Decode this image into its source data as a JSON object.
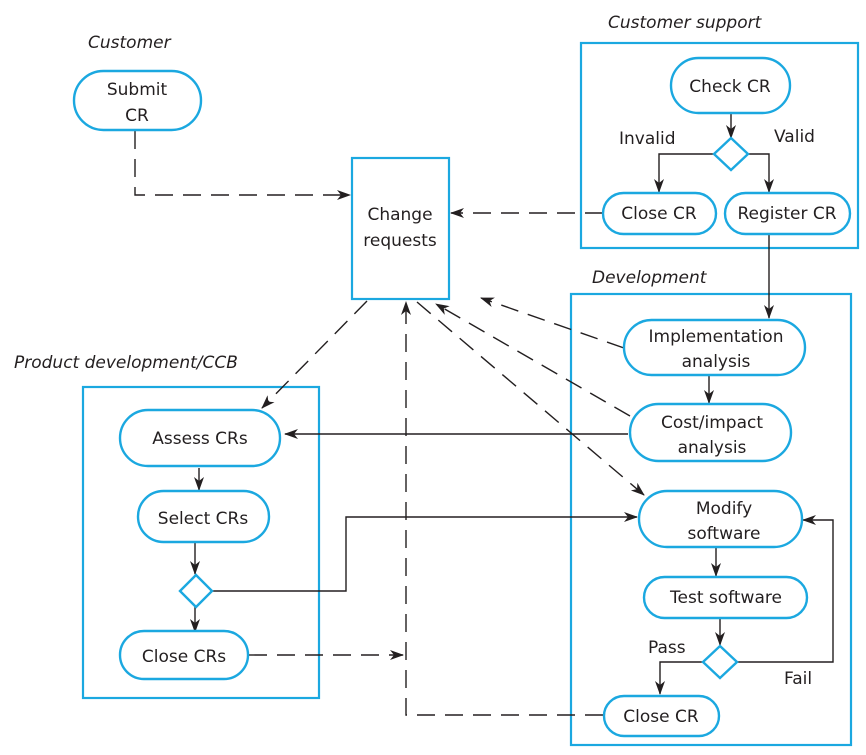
{
  "diagram": {
    "accent_color": "#1ba8e0",
    "line_color": "#231f20",
    "lanes": {
      "customer": "Customer",
      "customer_support": "Customer support",
      "development": "Development",
      "product_dev": "Product development/CCB"
    },
    "store": {
      "line1": "Change",
      "line2": "requests"
    },
    "nodes": {
      "submit_cr": {
        "line1": "Submit",
        "line2": "CR"
      },
      "check_cr": "Check CR",
      "close_cr_support": "Close CR",
      "register_cr": "Register CR",
      "impl_analysis": {
        "line1": "Implementation",
        "line2": "analysis"
      },
      "cost_impact": {
        "line1": "Cost/impact",
        "line2": "analysis"
      },
      "modify_software": {
        "line1": "Modify",
        "line2": "software"
      },
      "test_software": "Test software",
      "close_cr_dev": "Close CR",
      "assess_crs": "Assess CRs",
      "select_crs": "Select CRs",
      "close_crs": "Close CRs"
    },
    "guards": {
      "invalid": "Invalid",
      "valid": "Valid",
      "pass": "Pass",
      "fail": "Fail"
    }
  }
}
